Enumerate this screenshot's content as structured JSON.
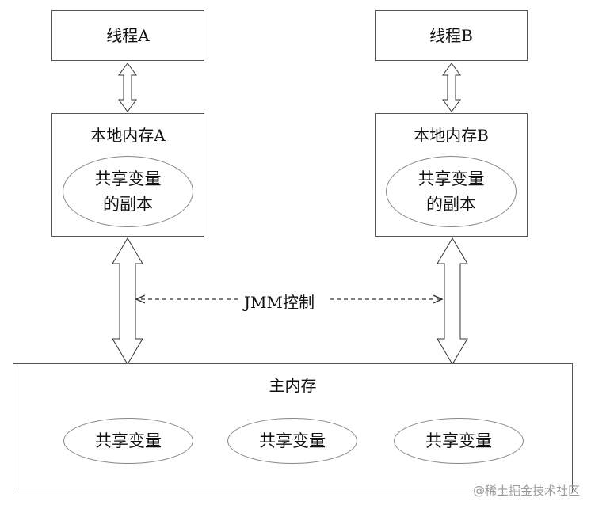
{
  "thread_a": {
    "label": "线程A"
  },
  "thread_b": {
    "label": "线程B"
  },
  "local_a": {
    "label": "本地内存A",
    "copy_line1": "共享变量",
    "copy_line2": "的副本"
  },
  "local_b": {
    "label": "本地内存B",
    "copy_line1": "共享变量",
    "copy_line2": "的副本"
  },
  "jmm_label": "JMM控制",
  "main_memory": {
    "label": "主内存",
    "variables": [
      "共享变量",
      "共享变量",
      "共享变量"
    ]
  },
  "watermark": "@稀土掘金技术社区"
}
